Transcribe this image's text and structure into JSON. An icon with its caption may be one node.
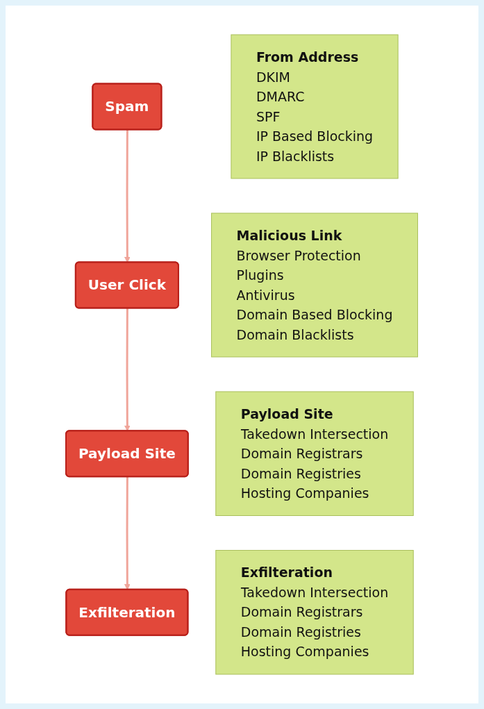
{
  "diagram": {
    "nodes": [
      {
        "text": [
          "Spam"
        ]
      },
      {
        "text": [
          "From Address",
          "DKIM",
          "DMARC",
          "SPF",
          "IP Based Blocking",
          "IP Blacklists"
        ]
      },
      {
        "text": [
          "User Click"
        ]
      },
      {
        "text": [
          "Malicious Link",
          "Browser Protection",
          "Plugins",
          "Antivirus",
          "Domain Based Blocking",
          "Domain Blacklists"
        ]
      },
      {
        "text": [
          "Payload Site"
        ]
      },
      {
        "text": [
          "Payload Site",
          "Takedown Intersection",
          "Domain Registrars",
          "Domain Registries",
          "Hosting Companies"
        ]
      },
      {
        "text": [
          "Exfilteration"
        ]
      },
      {
        "text": [
          "Exfilteration",
          "Takedown Intersection",
          "Domain Registrars",
          "Domain Registries",
          "Hosting Companies"
        ]
      }
    ],
    "edges": [
      {
        "from": 0,
        "to": 2,
        "arrow": "to"
      },
      {
        "from": 2,
        "to": 4,
        "arrow": "to"
      },
      {
        "from": 4,
        "to": 6,
        "arrow": "to"
      }
    ]
  }
}
